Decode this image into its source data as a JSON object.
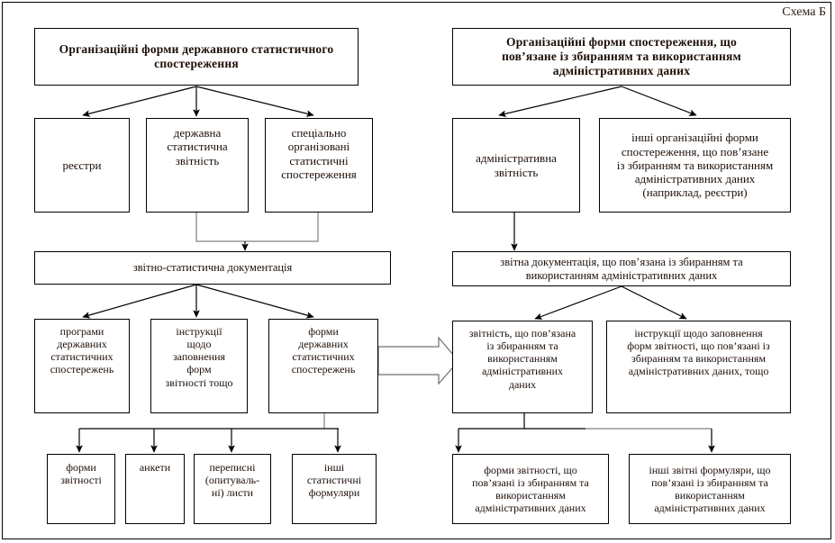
{
  "document": {
    "scheme_label": "Схема Б",
    "title_left": "Організаційні форми державного статистичного спостереження",
    "title_right": "Організаційні форми спостереження, що пов’язане із збиранням та використанням адміністративних даних"
  },
  "left_branch": {
    "header": "Організаційні форми державного статистичного\nспостереження",
    "level2": [
      {
        "id": "registers",
        "label": "реєстри"
      },
      {
        "id": "state-stat-reporting",
        "label": "державна\nстатистична\nзвітність"
      },
      {
        "id": "specially-organized",
        "label": "спеціально\nорганізовані\nстатистичні\nспостереження"
      }
    ],
    "documentation": "звітно-статистична документація",
    "level4": [
      {
        "id": "programs",
        "label": "програми\nдержавних\nстатистичних\nспостережень"
      },
      {
        "id": "instructions",
        "label": "інструкції\nщодо\nзаповнення\nформ\nзвітності тощо"
      },
      {
        "id": "forms",
        "label": "форми\nдержавних\nстатистичних\nспостережень"
      }
    ],
    "level5": [
      {
        "id": "reporting-forms",
        "label": "форми\nзвітності"
      },
      {
        "id": "questionnaires",
        "label": "анкети"
      },
      {
        "id": "census-sheets",
        "label": "переписні\n(опитуваль-\nні) листи"
      },
      {
        "id": "other-stat-forms",
        "label": "інші\nстатистичні\nформуляри"
      }
    ]
  },
  "right_branch": {
    "header": "Організаційні форми спостереження, що\nпов’язане із збиранням та використанням\nадміністративних даних",
    "level2": [
      {
        "id": "admin-reporting",
        "label": "адміністративна\nзвітність"
      },
      {
        "id": "other-admin-forms",
        "label": "інші організаційні форми\nспостереження, що пов’язане\nіз збиранням та використанням\nадміністративних даних\n(наприклад, реєстри)"
      }
    ],
    "documentation": "звітна документація, що пов’язана із збиранням та\nвикористанням адміністративних даних",
    "level4": [
      {
        "id": "admin-reporting-related",
        "label": "звітність, що пов’язана\nіз збиранням та\nвикористанням\nадміністративних\nданих"
      },
      {
        "id": "admin-instructions",
        "label": "інструкції щодо заповнення\nформ звітності, що пов’язані із\nзбиранням та використанням\nадміністративних даних, тощо"
      }
    ],
    "level5": [
      {
        "id": "admin-reporting-forms",
        "label": "форми звітності, що\nпов’язані із збиранням та\nвикористанням\nадміністративних даних"
      },
      {
        "id": "admin-other-forms",
        "label": "інші звітні формуляри, що\nпов’язані із збиранням та\nвикористанням\nадміністративних даних"
      }
    ]
  },
  "connectors": {
    "cross_arrow": "block-arrow-left-to-right"
  },
  "colors": {
    "border": "#000000",
    "background": "#ffffff",
    "text": "#1d0f07",
    "wire": "#000000",
    "wire_grey": "#808080"
  }
}
